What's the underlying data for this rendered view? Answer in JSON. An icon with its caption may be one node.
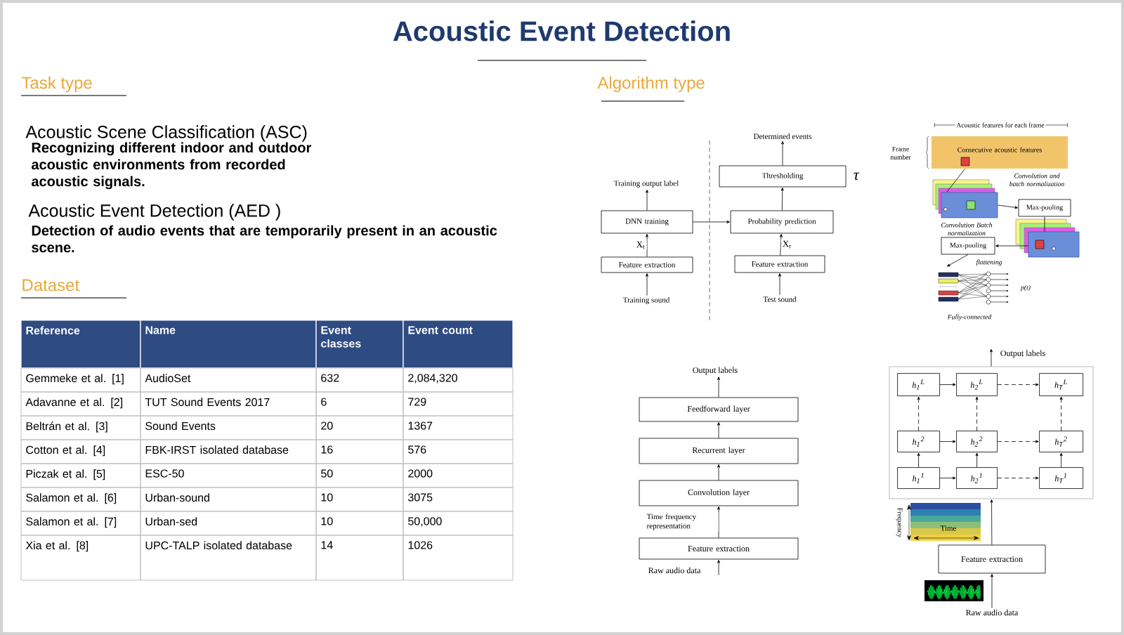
{
  "diagram": {
    "title": "Acoustic Event Detection",
    "nodes": [
      {
        "text": [
          "Training sound"
        ]
      },
      {
        "text": [
          "Feature extraction"
        ]
      },
      {
        "text": [
          "DNN training"
        ]
      },
      {
        "text": [
          "Training output label"
        ]
      },
      {
        "text": [
          "Test sound"
        ]
      },
      {
        "text": [
          "Feature extraction"
        ]
      },
      {
        "text": [
          "Probability prediction"
        ]
      },
      {
        "text": [
          "Thresholding"
        ],
        "beside": [
          "τ"
        ]
      },
      {
        "text": [
          "Determined events"
        ]
      },
      {
        "text": [
          "Consecutive acoustic features"
        ]
      },
      {
        "text": [
          "Max-pooling"
        ]
      },
      {
        "text": [
          "Max-pooling"
        ]
      },
      {
        "text": [],
        "shape": "box"
      },
      {
        "text": [],
        "shape": "box"
      },
      {
        "text": [],
        "shape": "picture"
      },
      {
        "text": [
          "Output labels"
        ]
      },
      {
        "text": [
          "Feedforward layer"
        ]
      },
      {
        "text": [
          "Recurrent layer"
        ]
      },
      {
        "text": [
          "Convolution layer"
        ]
      },
      {
        "text": [
          "Feature extraction"
        ]
      },
      {
        "text": [
          "Raw audio data"
        ]
      },
      {
        "text": [
          "Output labels"
        ]
      },
      {
        "text": [],
        "shape": "box"
      },
      {
        "text": [
          "h$_{1}$$^{L}$"
        ],
        "in": 22
      },
      {
        "text": [
          "h$_{2}$$^{L}$"
        ],
        "in": 22
      },
      {
        "text": [
          "h$_{T}$$^{L}$"
        ],
        "in": 22
      },
      {
        "text": [
          "h$_{1}$$^{2}$"
        ],
        "in": 22
      },
      {
        "text": [
          "h$_{2}$$^{2}$"
        ],
        "in": 22
      },
      {
        "text": [
          "h$_{T}$$^{2}$"
        ],
        "in": 22
      },
      {
        "text": [
          "h$_{1}$$^{1}$"
        ],
        "in": 22
      },
      {
        "text": [
          "h$_{2}$$^{1}$"
        ],
        "in": 22
      },
      {
        "text": [
          "h$_{T}$$^{1}$"
        ],
        "in": 22
      },
      {
        "text": [
          "Feature extraction"
        ]
      },
      {
        "text": [
          "Raw audio data"
        ]
      }
    ],
    "edges": [
      {
        "from": 0,
        "to": 1,
        "arrow": "to"
      },
      {
        "from": 1,
        "to": 2,
        "arrow": "to",
        "label": "X$_{t}$"
      },
      {
        "from": 2,
        "to": 3,
        "arrow": "to"
      },
      {
        "from": 2,
        "to": 6,
        "arrow": "to"
      },
      {
        "from": 4,
        "to": 5,
        "arrow": "to"
      },
      {
        "from": 5,
        "to": 6,
        "arrow": "to",
        "label": "X$_{r}$"
      },
      {
        "from": 6,
        "to": 7,
        "arrow": "to"
      },
      {
        "from": 7,
        "to": 8,
        "arrow": "to"
      },
      {
        "from": 9,
        "to": 12,
        "arrow": "none"
      },
      {
        "from": 12,
        "to": 10,
        "arrow": "to"
      },
      {
        "from": 10,
        "to": 13,
        "arrow": "none"
      },
      {
        "from": 13,
        "to": 11,
        "arrow": "to"
      },
      {
        "from": 11,
        "to": 14,
        "arrow": "to"
      },
      {
        "from": 20,
        "to": 19,
        "arrow": "to"
      },
      {
        "from": 19,
        "to": 18,
        "arrow": "to",
        "label": "Time frequency representation"
      },
      {
        "from": 18,
        "to": 17,
        "arrow": "to"
      },
      {
        "from": 17,
        "to": 16,
        "arrow": "to"
      },
      {
        "from": 16,
        "to": 15,
        "arrow": "to"
      },
      {
        "from": 33,
        "to": 32,
        "arrow": "to"
      },
      {
        "from": 32,
        "to": 22,
        "arrow": "to"
      },
      {
        "from": 22,
        "to": 21,
        "arrow": "to"
      },
      {
        "from": 23,
        "to": 24,
        "arrow": "to"
      },
      {
        "from": 24,
        "to": 25,
        "arrow": "to",
        "style": "dashed"
      },
      {
        "from": 26,
        "to": 27,
        "arrow": "to"
      },
      {
        "from": 27,
        "to": 28,
        "arrow": "to",
        "style": "dashed"
      },
      {
        "from": 29,
        "to": 30,
        "arrow": "to"
      },
      {
        "from": 30,
        "to": 31,
        "arrow": "to",
        "style": "dashed"
      },
      {
        "from": 29,
        "to": 26,
        "arrow": "to"
      },
      {
        "from": 30,
        "to": 27,
        "arrow": "to"
      },
      {
        "from": 31,
        "to": 28,
        "arrow": "to"
      },
      {
        "from": 26,
        "to": 23,
        "arrow": "to",
        "style": "dashed"
      },
      {
        "from": 27,
        "to": 24,
        "arrow": "to",
        "style": "dashed"
      },
      {
        "from": 28,
        "to": 25,
        "arrow": "to",
        "style": "dashed"
      }
    ],
    "labels": [
      "Task type",
      "Acoustic Scene Classification (ASC)",
      "Recognizing different indoor and outdoor acoustic environments from recorded acoustic signals.",
      "Acoustic Event Detection (AED )",
      "Detection of audio events that are temporarily present in an acoustic scene.",
      "Dataset",
      "Reference",
      "Name",
      "Event classes",
      "Event count",
      "Gemmeke et al. [1]",
      "AudioSet",
      "632",
      "2,084,320",
      "Adavanne et al. [2]",
      "TUT Sound Events 2017",
      "6",
      "729",
      "Beltrán et al. [3]",
      "Sound Events",
      "20",
      "1367",
      "Cotton et al. [4]",
      "FBK-IRST isolated database",
      "16",
      "576",
      "Piczak et al. [5]",
      "ESC-50",
      "50",
      "2000",
      "Salamon et al. [6]",
      "Urban-sound",
      "10",
      "3075",
      "Salamon et al. [7]",
      "Urban-sed",
      "10",
      "50,000",
      "Xia et al. [8]",
      "UPC-TALP isolated database",
      "14",
      "1026",
      "Algorithm type",
      "Acoustic features for each frame",
      "Frame number",
      "Convolution and batch normalization",
      "Convolution Batch normalization",
      "flattening",
      "p(t)",
      "Fully-connected",
      "Frequency",
      "Time"
    ]
  }
}
